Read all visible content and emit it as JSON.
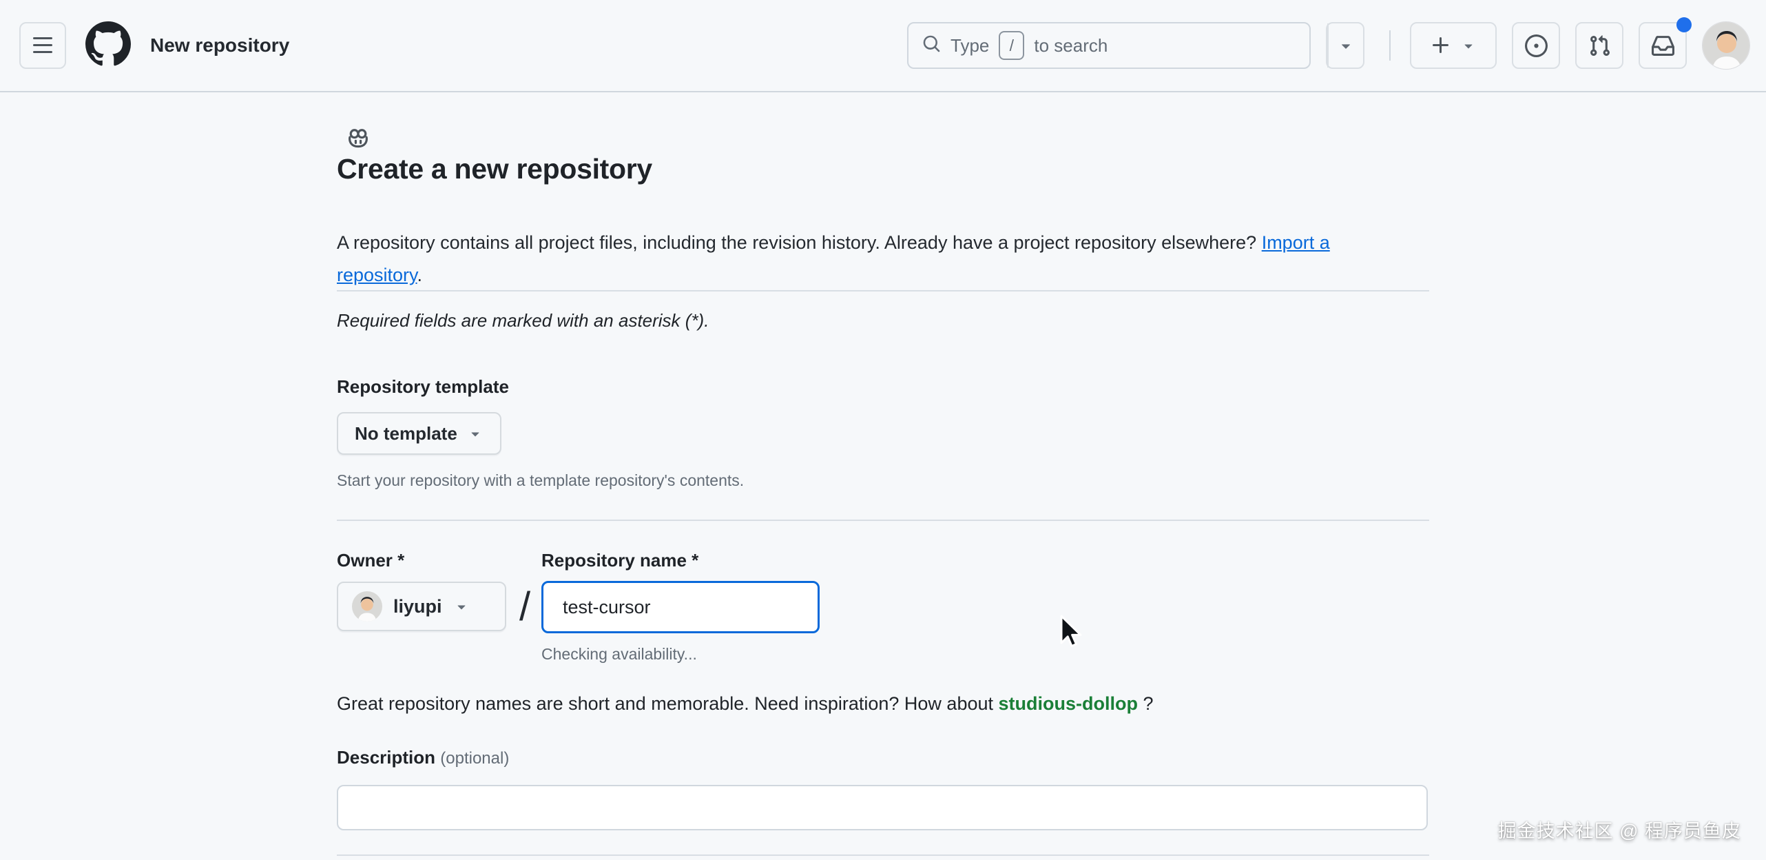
{
  "colors": {
    "accent_blue": "#0969da",
    "success_green": "#1a7f37",
    "notification_dot": "#1f6feb",
    "header_bg": "#f6f8fa",
    "page_bg": "#f6f8fa"
  },
  "icons": {
    "menu": "three-bars-icon",
    "logo": "github-mark-icon",
    "search": "search-icon",
    "copilot": "copilot-icon",
    "dropdown": "triangle-down-icon",
    "create": "plus-icon",
    "issues": "issue-opened-icon",
    "pull_requests": "git-pull-request-icon",
    "notifications": "inbox-icon",
    "pointer": "mouse-cursor-icon"
  },
  "header": {
    "title": "New repository",
    "search_placeholder": {
      "prefix": "Type",
      "key": "/",
      "suffix": "to search"
    }
  },
  "main": {
    "heading": "Create a new repository",
    "intro": {
      "text": "A repository contains all project files, including the revision history. Already have a project repository elsewhere? ",
      "link": "Import a repository",
      "suffix": "."
    },
    "required_note": "Required fields are marked with an asterisk (*).",
    "template_section": {
      "label": "Repository template",
      "button_label": "No template",
      "hint": "Start your repository with a template repository's contents."
    },
    "owner_section": {
      "owner_label": "Owner *",
      "repo_label": "Repository name *",
      "owner_value": "liyupi",
      "separator": "/",
      "repo_value": "test-cursor",
      "status": "Checking availability..."
    },
    "suggestion": {
      "text": "Great repository names are short and memorable. Need inspiration? How about ",
      "link": "studious-dollop",
      "suffix": " ?"
    },
    "description_section": {
      "label": "Description",
      "optional": "(optional)",
      "value": ""
    }
  },
  "watermark": "掘金技术社区 @ 程序员鱼皮"
}
